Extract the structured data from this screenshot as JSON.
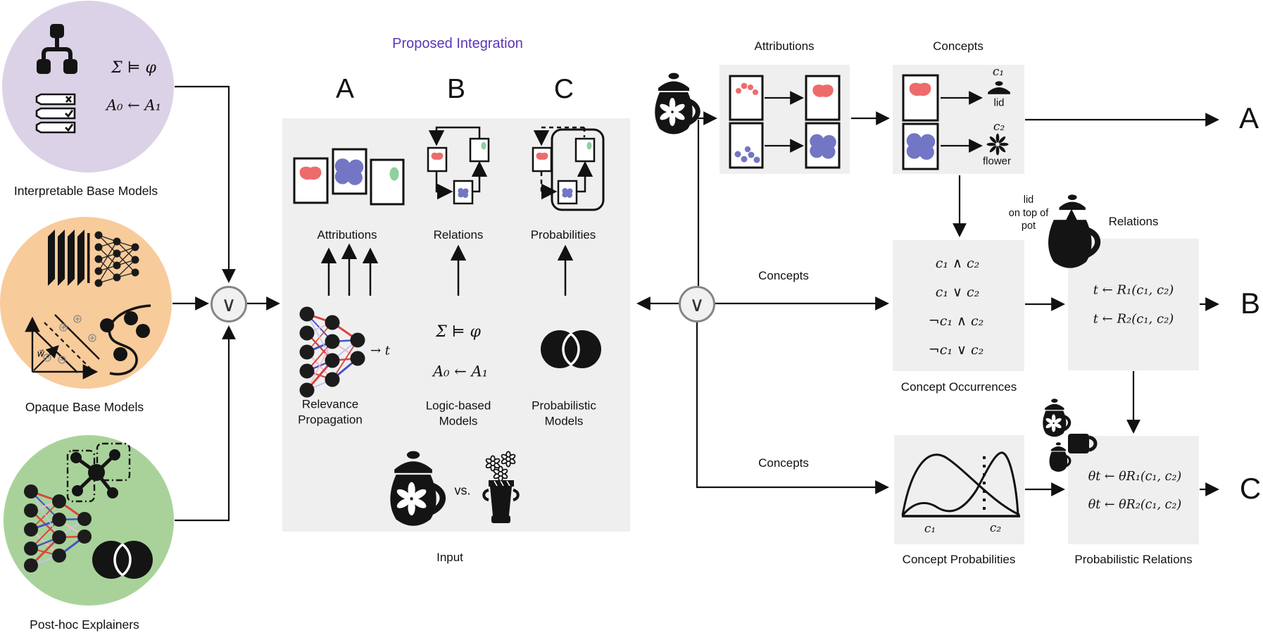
{
  "colors": {
    "purple_circle": "#dcd2e7",
    "orange_circle": "#f8cb9b",
    "green_circle": "#a9d29a",
    "panel_gray": "#f0eff0",
    "title_purple": "#5c35b5",
    "blob_red": "#ee6b6b",
    "blob_blue": "#7276c4",
    "blob_green": "#90cf9e"
  },
  "gates": {
    "symbol": "∨"
  },
  "left_models": {
    "interpretable": {
      "label": "Interpretable Base Models",
      "math": [
        "Σ ⊨ φ",
        "A₀ ← A₁"
      ]
    },
    "opaque": {
      "label": "Opaque Base Models",
      "svm_weight_label": "w⃗"
    },
    "posthoc": {
      "label": "Post-hoc Explainers"
    }
  },
  "integration": {
    "title": "Proposed Integration",
    "columns": {
      "a": {
        "letter": "A",
        "output": "Attributions",
        "method": "Relevance\nPropagation",
        "annotation": "→ t"
      },
      "b": {
        "letter": "B",
        "output": "Relations",
        "method": "Logic-based\nModels",
        "math": [
          "Σ ⊨ φ",
          "A₀ ← A₁"
        ]
      },
      "c": {
        "letter": "C",
        "output": "Probabilities",
        "method": "Probabilistic\nModels"
      }
    },
    "input": {
      "label": "Input",
      "vs": "vs."
    }
  },
  "pipeline": {
    "attributions": {
      "title": "Attributions"
    },
    "concepts": {
      "title": "Concepts",
      "c1": {
        "symbol": "c₁",
        "name": "lid"
      },
      "c2": {
        "symbol": "c₂",
        "name": "flower"
      }
    },
    "edges": {
      "concepts_to_b": "Concepts",
      "concepts_to_c": "Concepts"
    },
    "occurrences": {
      "label": "Concept Occurrences",
      "formulas": [
        "c₁ ∧ c₂",
        "c₁ ∨ c₂",
        "¬c₁ ∧ c₂",
        "¬c₁ ∨ c₂"
      ]
    },
    "relations": {
      "title": "Relations",
      "annotation": "lid\non top of\npot",
      "formulas": [
        "t ← R₁(c₁, c₂)",
        "t ← R₂(c₁, c₂)"
      ]
    },
    "probabilities": {
      "label": "Concept Probabilities",
      "x1": "c₁",
      "x2": "c₂"
    },
    "prob_relations": {
      "label": "Probabilistic Relations",
      "formulas": [
        "θt ← θR₁(c₁, c₂)",
        "θt ← θR₂(c₁, c₂)"
      ]
    },
    "outputs": {
      "a": "A",
      "b": "B",
      "c": "C"
    }
  }
}
